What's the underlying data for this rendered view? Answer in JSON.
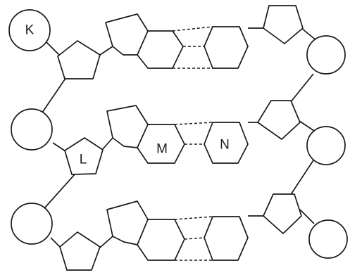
{
  "labels": {
    "phosphate": "K",
    "sugar": "L",
    "base_left": "M",
    "base_right": "N"
  }
}
